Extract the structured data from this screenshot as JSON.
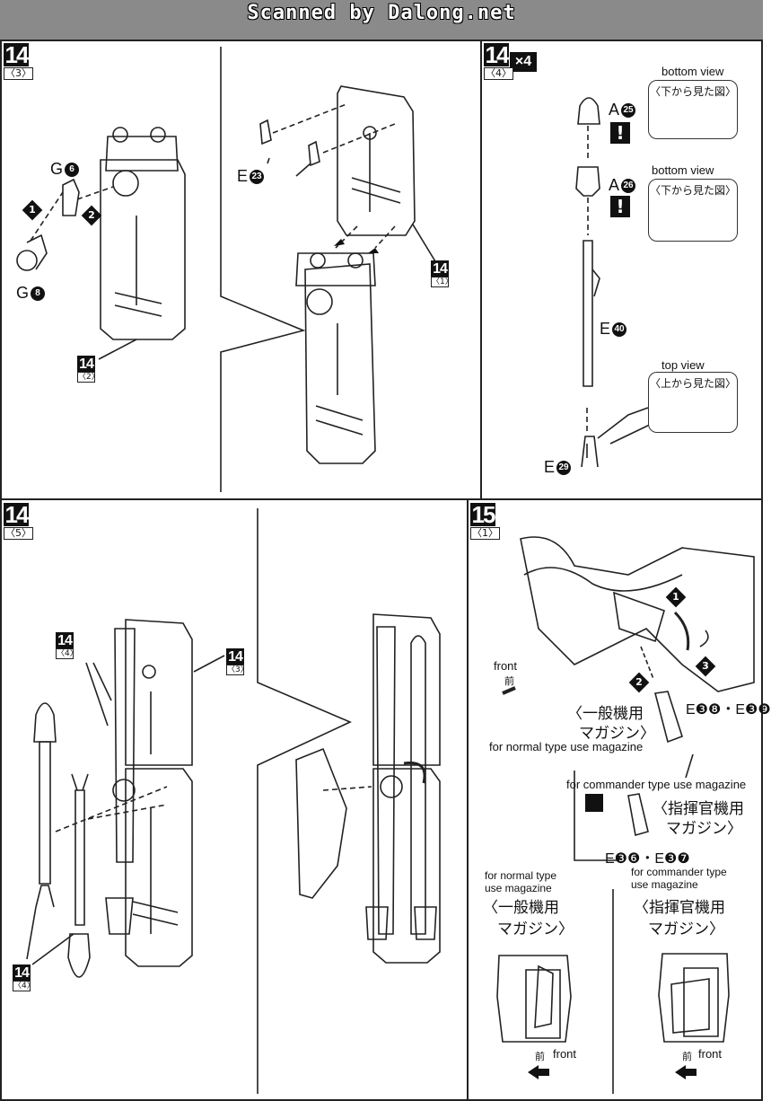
{
  "header": {
    "watermark": "Scanned by Dalong.net"
  },
  "steps": [
    {
      "id": "s14-3",
      "number": "14",
      "sub": "〈3〉",
      "parts": {
        "g6": "G",
        "g6_num": "6",
        "g8": "G",
        "g8_num": "8"
      },
      "order": [
        "1",
        "2"
      ],
      "ref": {
        "number": "14",
        "sub": "〈2〉"
      }
    },
    {
      "id": "s14-1",
      "parts": {
        "e23": "E",
        "e23_num": "23"
      },
      "ref": {
        "number": "14",
        "sub": "〈1〉"
      }
    },
    {
      "id": "s14-4",
      "number": "14",
      "sub": "〈4〉",
      "multiplier": "×4",
      "parts": {
        "a25": "A",
        "a25_num": "25",
        "a26": "A",
        "a26_num": "26",
        "e40": "E",
        "e40_num": "40",
        "e29": "E",
        "e29_num": "29"
      },
      "views": [
        {
          "label_en": "bottom view",
          "label_jp": "〈下から見た図〉"
        },
        {
          "label_en": "bottom view",
          "label_jp": "〈下から見た図〉"
        },
        {
          "label_en": "top view",
          "label_jp": "〈上から見た図〉"
        }
      ]
    },
    {
      "id": "s14-5",
      "number": "14",
      "sub": "〈5〉",
      "refs": [
        {
          "number": "14",
          "sub": "〈4〉"
        },
        {
          "number": "14",
          "sub": "〈3〉"
        },
        {
          "number": "14",
          "sub": "〈4〉"
        }
      ]
    },
    {
      "id": "s15-1",
      "number": "15",
      "sub": "〈1〉",
      "front_en": "front",
      "front_jp": "前",
      "order": [
        "1",
        "2",
        "3"
      ],
      "normal_jp_1": "〈一般機用",
      "normal_jp_2": "マガジン〉",
      "normal_en": "for normal type use magazine",
      "parts_normal": "E❸❽・E❸❾",
      "commander_en": "for commander type use magazine",
      "commander_jp_1": "〈指揮官機用",
      "commander_jp_2": "マガジン〉",
      "parts_commander": "E❸❻・E❸❼",
      "bottom_left_en_1": "for normal type",
      "bottom_left_en_2": "use magazine",
      "bottom_left_jp_1": "〈一般機用",
      "bottom_left_jp_2": "マガジン〉",
      "bottom_right_en_1": "for commander type",
      "bottom_right_en_2": "use magazine",
      "bottom_right_jp_1": "〈指揮官機用",
      "bottom_right_jp_2": "マガジン〉",
      "front_left_jp": "前",
      "front_left_en": "front",
      "front_right_jp": "前",
      "front_right_en": "front"
    }
  ]
}
